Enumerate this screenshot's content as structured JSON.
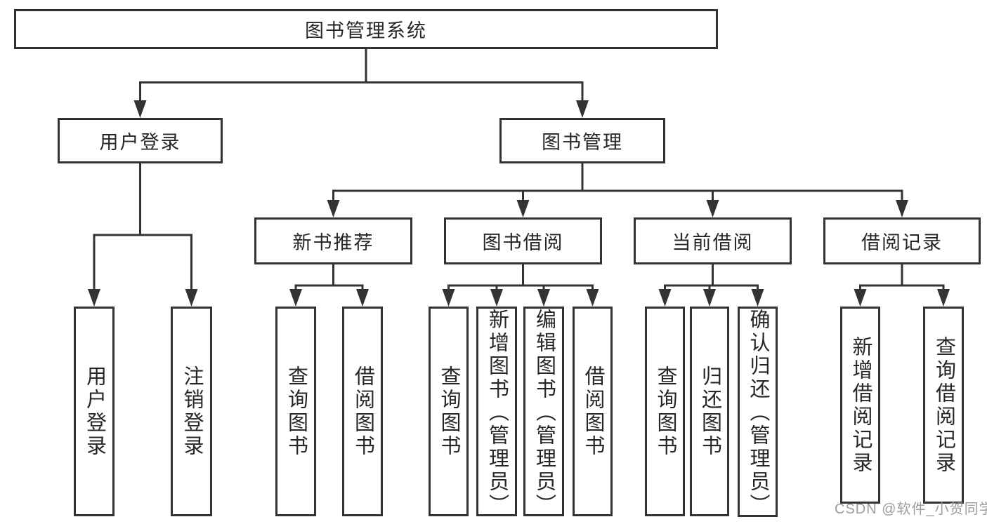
{
  "root": {
    "label": "图书管理系统"
  },
  "level2": [
    {
      "id": "user-login",
      "label": "用户登录"
    },
    {
      "id": "book-management",
      "label": "图书管理"
    }
  ],
  "level3": [
    {
      "id": "new-book-recommend",
      "label": "新书推荐"
    },
    {
      "id": "book-borrowing",
      "label": "图书借阅"
    },
    {
      "id": "current-borrowing",
      "label": "当前借阅"
    },
    {
      "id": "borrowing-records",
      "label": "借阅记录"
    }
  ],
  "leaves": [
    {
      "id": "user-login-leaf",
      "label": "用户登录"
    },
    {
      "id": "logout",
      "label": "注销登录"
    },
    {
      "id": "query-books-recommend",
      "label": "查询图书"
    },
    {
      "id": "borrow-books-recommend",
      "label": "借阅图书"
    },
    {
      "id": "query-books-borrowing",
      "label": "查询图书"
    },
    {
      "id": "add-book-admin",
      "label": "新增图书（管理员）"
    },
    {
      "id": "edit-book-admin",
      "label": "编辑图书（管理员）"
    },
    {
      "id": "borrow-books-borrowing",
      "label": "借阅图书"
    },
    {
      "id": "query-books-current",
      "label": "查询图书"
    },
    {
      "id": "return-book",
      "label": "归还图书"
    },
    {
      "id": "confirm-return-admin",
      "label": "确认归还（管理员）"
    },
    {
      "id": "add-borrow-record",
      "label": "新增借阅记录"
    },
    {
      "id": "query-borrow-record",
      "label": "查询借阅记录"
    }
  ],
  "watermark": {
    "text": "CSDN @软件_小贺同学"
  },
  "colors": {
    "line": "#333333",
    "node_border": "#333333",
    "text": "#262626",
    "watermark": "#949494",
    "background": "#ffffff"
  }
}
